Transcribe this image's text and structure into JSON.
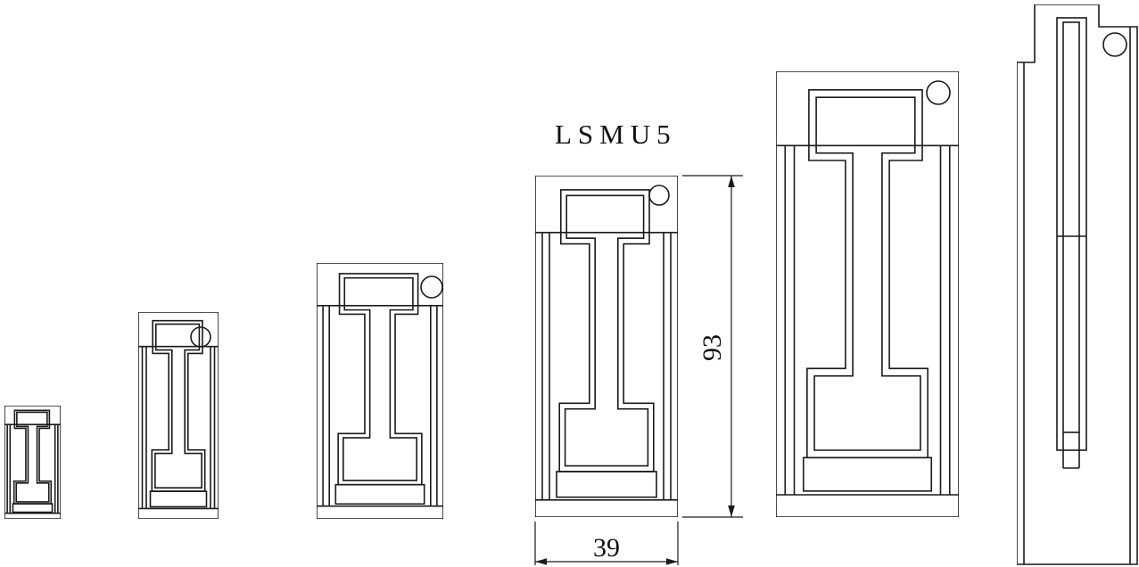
{
  "drawing": {
    "title": "LSMU5",
    "dim_height": "93",
    "dim_width": "39"
  },
  "colors": {
    "line": "#1a1a1a",
    "background": "#ffffff"
  }
}
